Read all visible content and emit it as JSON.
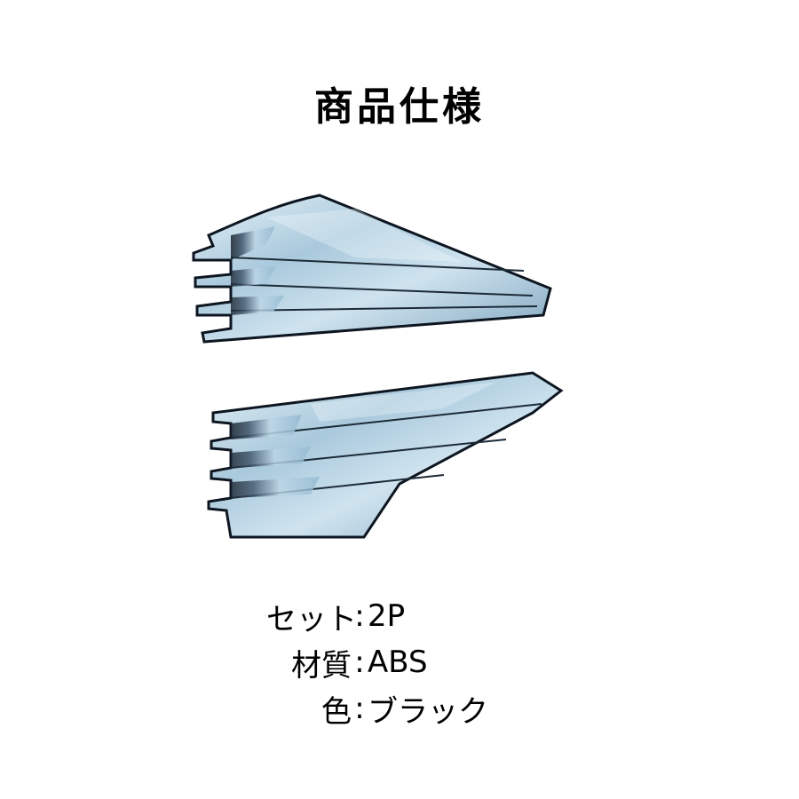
{
  "title": "商品仕様",
  "product_image": {
    "subject": "pair of chrome/black ABS side fender vent covers",
    "colors": {
      "chrome_light": "#cfe3ef",
      "chrome_mid": "#8fb6cf",
      "chrome_dark": "#2b3d4f",
      "edge": "#0d1620"
    }
  },
  "specs": [
    {
      "label": "セット",
      "sep": ":",
      "value": "2P"
    },
    {
      "label": "材質",
      "sep": ":",
      "value": "ABS"
    },
    {
      "label": "色",
      "sep": ":",
      "value": "ブラック"
    }
  ]
}
